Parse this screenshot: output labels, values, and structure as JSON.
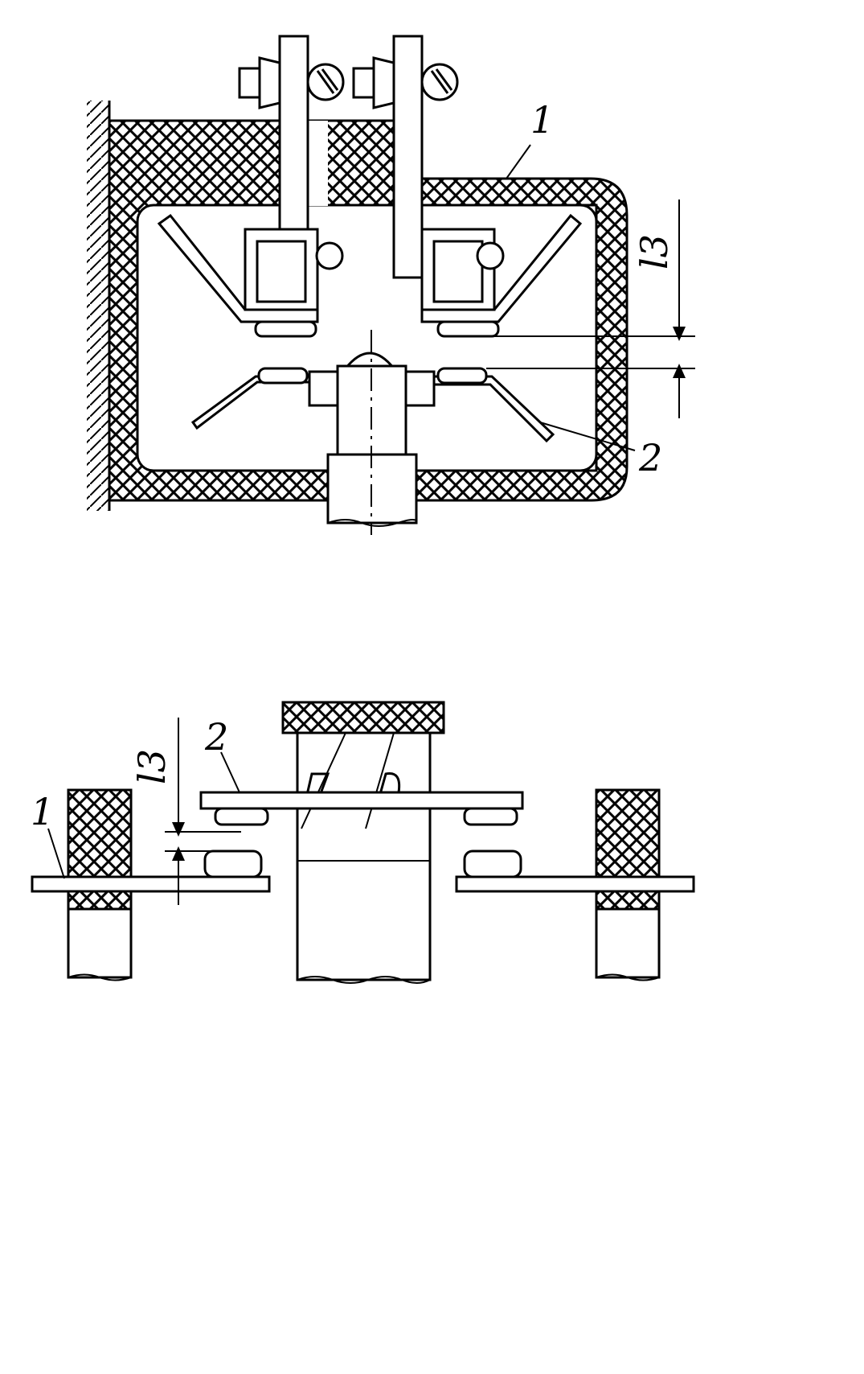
{
  "diagram": {
    "top_figure": {
      "labels": {
        "callout_1": "1",
        "callout_2": "2",
        "dimension": "l3"
      }
    },
    "bottom_figure": {
      "labels": {
        "callout_1": "1",
        "callout_2": "2",
        "dimension": "l3"
      }
    }
  }
}
